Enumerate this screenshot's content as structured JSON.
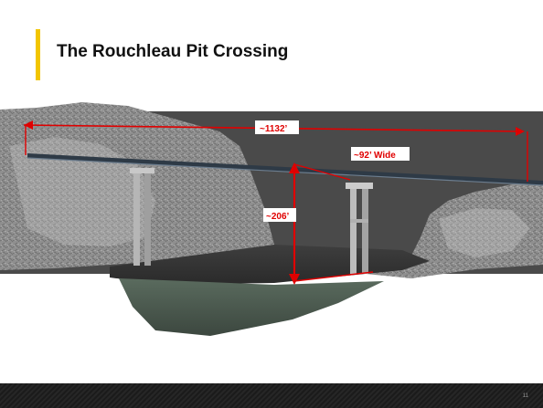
{
  "slide": {
    "title": "The Rouchleau Pit Crossing",
    "page_number": "11"
  },
  "annotations": {
    "length": "~1132’",
    "width": "~92’ Wide",
    "height": "~206’"
  },
  "colors": {
    "accent": "#f2c500",
    "dimension": "#e00000",
    "footer": "#1b1b1b"
  }
}
